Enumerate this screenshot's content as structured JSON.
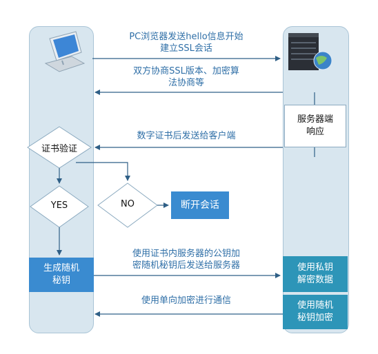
{
  "messages": {
    "m1": [
      "PC浏览器发送hello信息开始",
      "建立SSL会话"
    ],
    "m2": [
      "双方协商SSL版本、加密算",
      "法协商等"
    ],
    "m3": [
      "数字证书后发送给客户端"
    ],
    "m4": [
      "使用证书内服务器的公钥加",
      "密随机秘钥后发送给服务器"
    ],
    "m5": [
      "使用单向加密进行通信"
    ]
  },
  "server_boxes": {
    "respond": [
      "服务器端",
      "响应"
    ],
    "decrypt": [
      "使用私钥",
      "解密数据"
    ],
    "encrypt": [
      "使用随机",
      "秘钥加密"
    ]
  },
  "client_nodes": {
    "verify": "证书验证",
    "yes": "YES",
    "no": "NO",
    "disconnect": "断开会话",
    "generate": [
      "生成随机",
      "秘钥"
    ]
  },
  "colors": {
    "lane": "#d8e6ef",
    "arrow": "#2f5f86",
    "box_blue": "#3a8bd0",
    "box_teal": "#2d95b8",
    "text_blue": "#2f6fa7"
  },
  "icons": {
    "client": "desktop-computer-icon",
    "server": "server-globe-icon"
  }
}
